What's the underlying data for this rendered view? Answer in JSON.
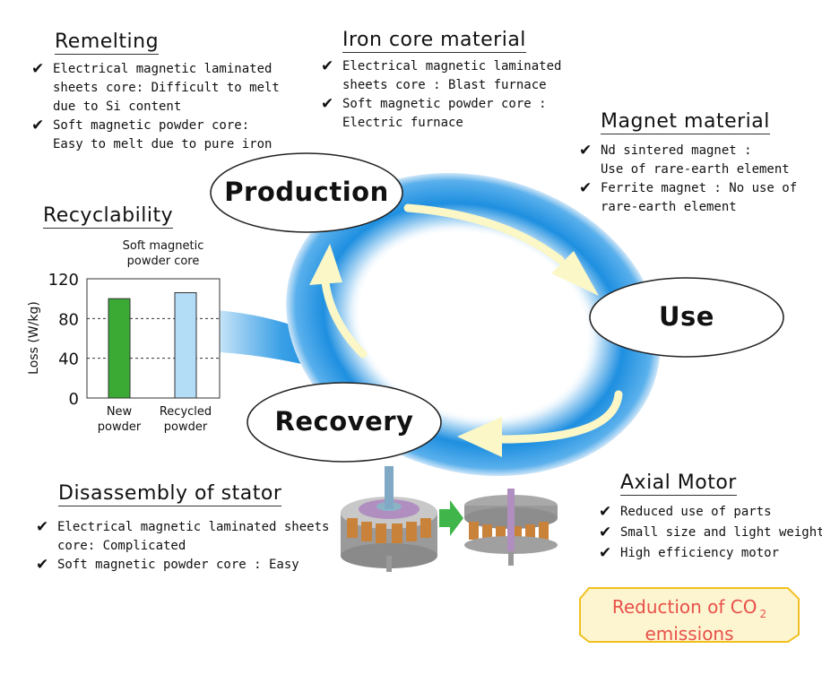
{
  "remelting": {
    "title": "Remelting",
    "items": [
      {
        "line1": "Electrical magnetic laminated",
        "line2": "sheets core: Difficult to melt",
        "line3": "due to Si content"
      },
      {
        "line1": "Soft magnetic powder core:",
        "line2": "Easy to melt due to pure iron"
      }
    ]
  },
  "iron_core": {
    "title": "Iron core material",
    "items": [
      {
        "line1": "Electrical magnetic laminated",
        "line2": "sheets core : Blast furnace"
      },
      {
        "line1": "Soft magnetic powder core :",
        "line2": "Electric furnace"
      }
    ]
  },
  "magnet": {
    "title": "Magnet material",
    "items": [
      {
        "line1": "Nd sintered magnet :",
        "line2": "Use of rare-earth element"
      },
      {
        "line1": "Ferrite magnet : No use of",
        "line2": "rare-earth element"
      }
    ]
  },
  "recyclability": {
    "title": "Recyclability",
    "chart_caption_1": "Soft magnetic",
    "chart_caption_2": "powder core"
  },
  "stages": {
    "production": "Production",
    "use": "Use",
    "recovery": "Recovery"
  },
  "disassembly": {
    "title": "Disassembly of stator",
    "items": [
      {
        "line1": "Electrical magnetic laminated sheets",
        "line2": "core: Complicated"
      },
      {
        "line1": "Soft magnetic powder core : Easy"
      }
    ]
  },
  "axial_motor": {
    "title": "Axial Motor",
    "items": [
      "Reduced use of parts",
      "Small size and light weight",
      "High efficiency motor"
    ]
  },
  "reduction": {
    "line1": "Reduction of CO",
    "subscript": "2",
    "line2": "emissions",
    "color": "#e8504a"
  },
  "colors": {
    "cycle_blue": "#1e8fe0",
    "arrow_cream": "#fbf7c6",
    "new_powder": "#3aaa35",
    "recycled_powder": "#b3dcf7",
    "callout_fill": "#fdf5d0",
    "callout_border": "#f0c020",
    "motor_arrow": "#3fb54a"
  },
  "icons": {
    "check": "check-mark-icon",
    "motor": "axial-motor-image",
    "motor_arrow": "right-arrow-icon"
  },
  "chart_data": {
    "type": "bar",
    "categories": [
      "New\npowder",
      "Recycled\npowder"
    ],
    "category_lines": [
      [
        "New",
        "powder"
      ],
      [
        "Recycled",
        "powder"
      ]
    ],
    "values": [
      100,
      106
    ],
    "ylabel": "Loss (W/kg)",
    "ylim": [
      0,
      120
    ],
    "yticks": [
      0,
      40,
      80,
      120
    ],
    "dashed_gridlines": [
      40,
      80
    ],
    "colors": [
      "#3aaa35",
      "#b3dcf7"
    ]
  }
}
